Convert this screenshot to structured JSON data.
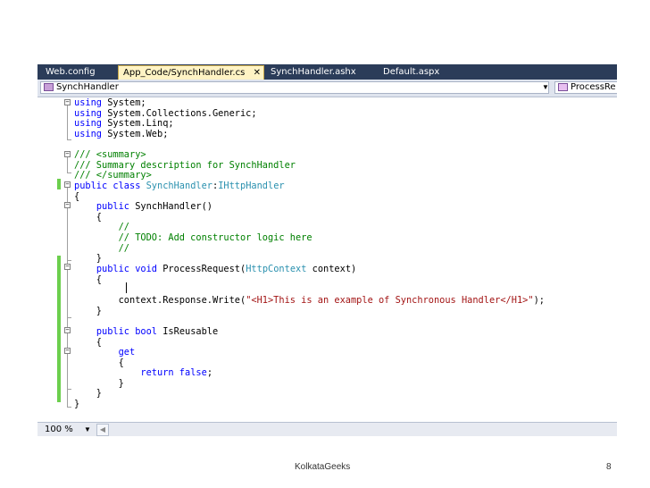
{
  "tabs": [
    {
      "label": "Web.config",
      "active": false
    },
    {
      "label": "App_Code/SynchHandler.cs",
      "active": true
    },
    {
      "label": "SynchHandler.ashx",
      "active": false
    },
    {
      "label": "Default.aspx",
      "active": false
    }
  ],
  "tab_close_glyph": "✕",
  "navbar": {
    "class_combo": "SynchHandler",
    "member_combo": "ProcessRe"
  },
  "code_lines": [
    [
      {
        "t": "using",
        "c": "kw"
      },
      {
        "t": " System;"
      }
    ],
    [
      {
        "t": "using",
        "c": "kw"
      },
      {
        "t": " System.Collections.Generic;"
      }
    ],
    [
      {
        "t": "using",
        "c": "kw"
      },
      {
        "t": " System.Linq;"
      }
    ],
    [
      {
        "t": "using",
        "c": "kw"
      },
      {
        "t": " System.Web;"
      }
    ],
    [],
    [
      {
        "t": "/// <summary>",
        "c": "cm"
      }
    ],
    [
      {
        "t": "/// Summary description for SynchHandler",
        "c": "cm"
      }
    ],
    [
      {
        "t": "/// </summary>",
        "c": "cm"
      }
    ],
    [
      {
        "t": "public class ",
        "c": "kw"
      },
      {
        "t": "SynchHandler",
        "c": "ty"
      },
      {
        "t": ":"
      },
      {
        "t": "IHttpHandler",
        "c": "ty"
      }
    ],
    [
      {
        "t": "{"
      }
    ],
    [
      {
        "t": "    "
      },
      {
        "t": "public",
        "c": "kw"
      },
      {
        "t": " SynchHandler()"
      }
    ],
    [
      {
        "t": "    {"
      }
    ],
    [
      {
        "t": "        //",
        "c": "cm"
      }
    ],
    [
      {
        "t": "        // TODO: Add constructor logic here",
        "c": "cm"
      }
    ],
    [
      {
        "t": "        //",
        "c": "cm"
      }
    ],
    [
      {
        "t": "    }"
      }
    ],
    [
      {
        "t": "    "
      },
      {
        "t": "public void",
        "c": "kw"
      },
      {
        "t": " ProcessRequest("
      },
      {
        "t": "HttpContext",
        "c": "ty"
      },
      {
        "t": " context)"
      }
    ],
    [
      {
        "t": "    {"
      }
    ],
    [],
    [
      {
        "t": "        context.Response.Write("
      },
      {
        "t": "\"<H1>This is an example of Synchronous Handler</H1>\"",
        "c": "st"
      },
      {
        "t": ");"
      }
    ],
    [
      {
        "t": "    }"
      }
    ],
    [],
    [
      {
        "t": "    "
      },
      {
        "t": "public bool",
        "c": "kw"
      },
      {
        "t": " IsReusable"
      }
    ],
    [
      {
        "t": "    {"
      }
    ],
    [
      {
        "t": "        "
      },
      {
        "t": "get",
        "c": "kw"
      }
    ],
    [
      {
        "t": "        {"
      }
    ],
    [
      {
        "t": "            "
      },
      {
        "t": "return false",
        "c": "kw"
      },
      {
        "t": ";"
      }
    ],
    [
      {
        "t": "        }"
      }
    ],
    [
      {
        "t": "    }"
      }
    ],
    [
      {
        "t": "}"
      }
    ]
  ],
  "status": {
    "zoom": "100 %"
  },
  "footer": {
    "text": "KolkataGeeks",
    "page": "8"
  },
  "colors": {
    "keyword": "#0000ff",
    "comment": "#008000",
    "type": "#2b91af",
    "string": "#a31515",
    "tab_bar": "#2b3c59",
    "active_tab": "#fff3c4",
    "change_marker": "#6ccf4d"
  }
}
